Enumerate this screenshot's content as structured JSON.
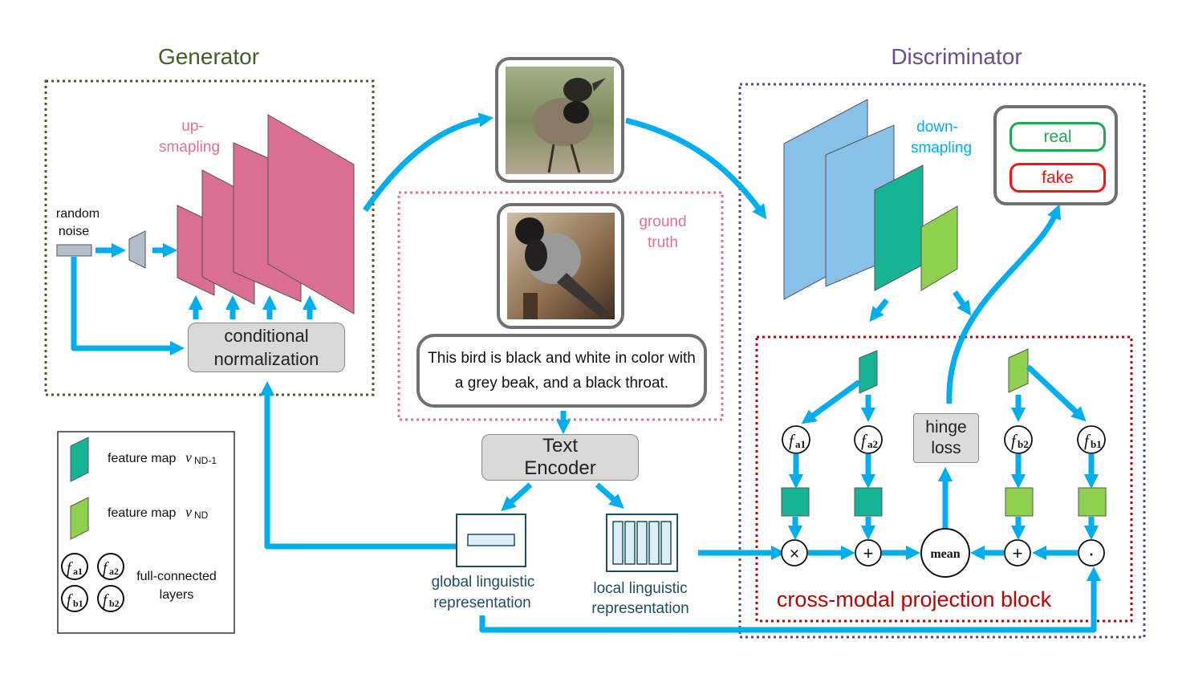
{
  "generator": {
    "title": "Generator",
    "input_label_line1": "random",
    "input_label_line2": "noise",
    "upsampling_line1": "up-",
    "upsampling_line2": "smapling",
    "cond_norm_line1": "conditional",
    "cond_norm_line2": "normalization"
  },
  "center": {
    "ground_truth_line1": "ground",
    "ground_truth_line2": "truth",
    "caption_line1": "This bird is black and white in color with",
    "caption_line2": "a grey beak, and a black throat.",
    "text_encoder_line1": "Text",
    "text_encoder_line2": "Encoder",
    "global_repr_line1": "global linguistic",
    "global_repr_line2": "representation",
    "local_repr_line1": "local linguistic",
    "local_repr_line2": "representation"
  },
  "discriminator": {
    "title": "Discriminator",
    "downsampling_line1": "down-",
    "downsampling_line2": "smapling",
    "real_label": "real",
    "fake_label": "fake",
    "hinge_line1": "hinge",
    "hinge_line2": "loss",
    "projection_block_label": "cross-modal projection block",
    "f_a1": "a1",
    "f_a2": "a2",
    "f_b1": "b1",
    "f_b2": "b2",
    "f_prefix": "f",
    "op_multiply": "×",
    "op_add": "+",
    "op_mean": "mean",
    "op_dot": "·"
  },
  "legend": {
    "feature_map_label": "feature map",
    "v_symbol": "v",
    "subscript_nd_minus_1": "ND-1",
    "subscript_nd": "ND",
    "fc_line1": "full-connected",
    "fc_line2": "layers"
  },
  "colors": {
    "arrow": "#00aeef",
    "generator_green": "#4a5a28",
    "discriminator_purple": "#6b4e8c",
    "upsample_pink": "#db6f93",
    "downsample_blue": "#88c1e8",
    "teal_feature": "#16b394",
    "green_feature": "#8fd14f",
    "red_border": "#c00000",
    "pink_dotted": "#e0709a",
    "real_green": "#1faa52",
    "fake_red": "#ff1010",
    "navy_text": "#1f4e5f"
  }
}
